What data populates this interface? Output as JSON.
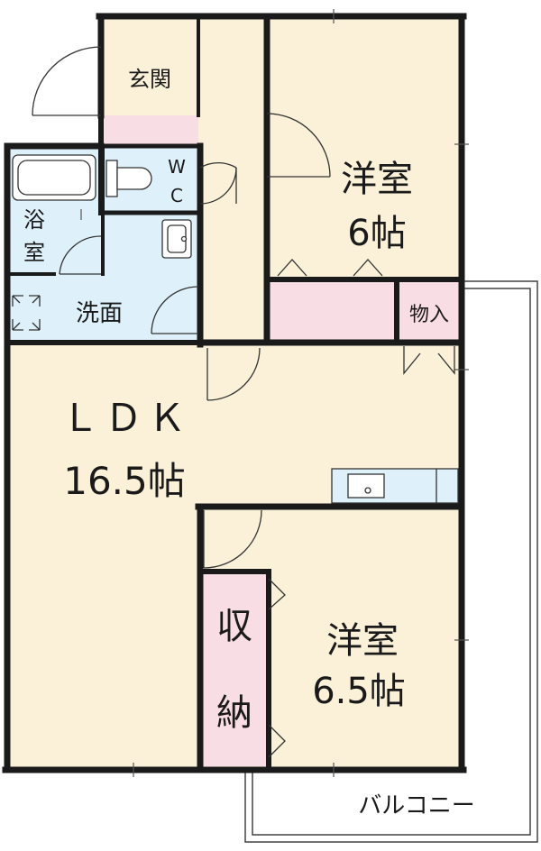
{
  "colors": {
    "floor": "#fbf1d8",
    "wet": "#def1fb",
    "storage": "#f9dde4",
    "wall": "#1a1a1a",
    "line": "#333333"
  },
  "rooms": {
    "genkan": "玄関",
    "wc_w": "W",
    "wc_c": "C",
    "bath_1": "浴",
    "bath_2": "室",
    "washroom": "洗面",
    "western1_name": "洋室",
    "western1_size": "6帖",
    "closet": "物入",
    "ldk_name": "ＬＤＫ",
    "ldk_size": "16.5帖",
    "storage_1": "収",
    "storage_2": "納",
    "western2_name": "洋室",
    "western2_size": "6.5帖",
    "balcony": "バルコニー"
  }
}
